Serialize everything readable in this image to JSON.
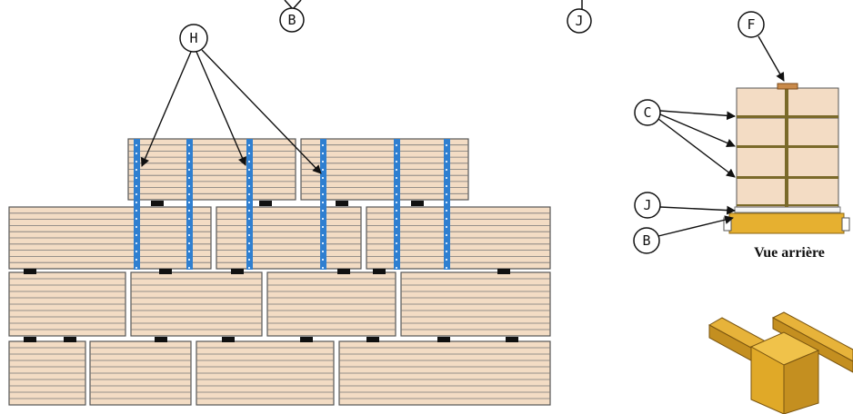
{
  "labels": {
    "H": "H",
    "B_top": "B",
    "J_top": "J",
    "F": "F",
    "C": "C",
    "J_side": "J",
    "B_side": "B"
  },
  "caption": "Vue arrière",
  "colors": {
    "wood": "#f3dcc4",
    "line": "#555555",
    "strap": "#2f7fd0",
    "spacer": "#111111",
    "pallet": "#e6b030",
    "pallet_dark": "#b8861a",
    "side_band": "#7a6a2a",
    "cap": "#c98a4a"
  },
  "icons": [
    "front-view-bundle-stack",
    "rear-view-bundle-stack",
    "bunk-support-icon"
  ]
}
